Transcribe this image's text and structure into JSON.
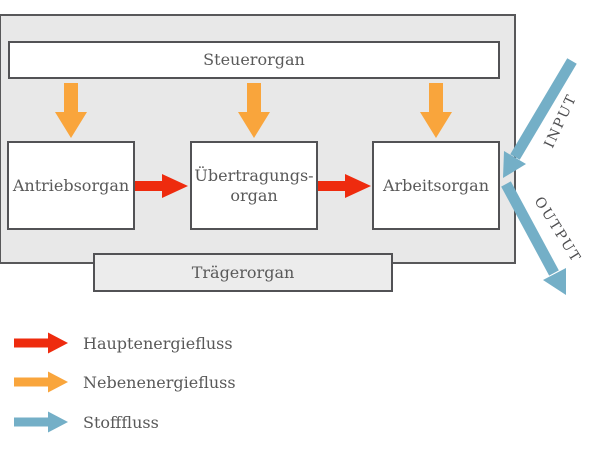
{
  "colors": {
    "hauptenergie": "#ee2b0e",
    "nebenenergie": "#f9a53c",
    "stoff": "#74afc7",
    "panel_fill": "#e8e8e8",
    "box_border": "#58585a",
    "text": "#595959"
  },
  "diagram": {
    "boxes": {
      "steuerorgan": {
        "label": "Steuerorgan"
      },
      "antriebsorgan": {
        "label": "Antriebsorgan"
      },
      "uebertragungsorgan": {
        "line1": "Übertragungs-",
        "line2": "organ"
      },
      "arbeitsorgan": {
        "label": "Arbeitsorgan"
      },
      "traegerorgan": {
        "label": "Trägerorgan"
      }
    },
    "io": {
      "input": "INPUT",
      "output": "OUTPUT"
    }
  },
  "legend": {
    "items": [
      {
        "label": "Hauptenergiefluss",
        "color": "#ee2b0e"
      },
      {
        "label": "Nebenenergiefluss",
        "color": "#f9a53c"
      },
      {
        "label": "Stofffluss",
        "color": "#74afc7"
      }
    ]
  }
}
